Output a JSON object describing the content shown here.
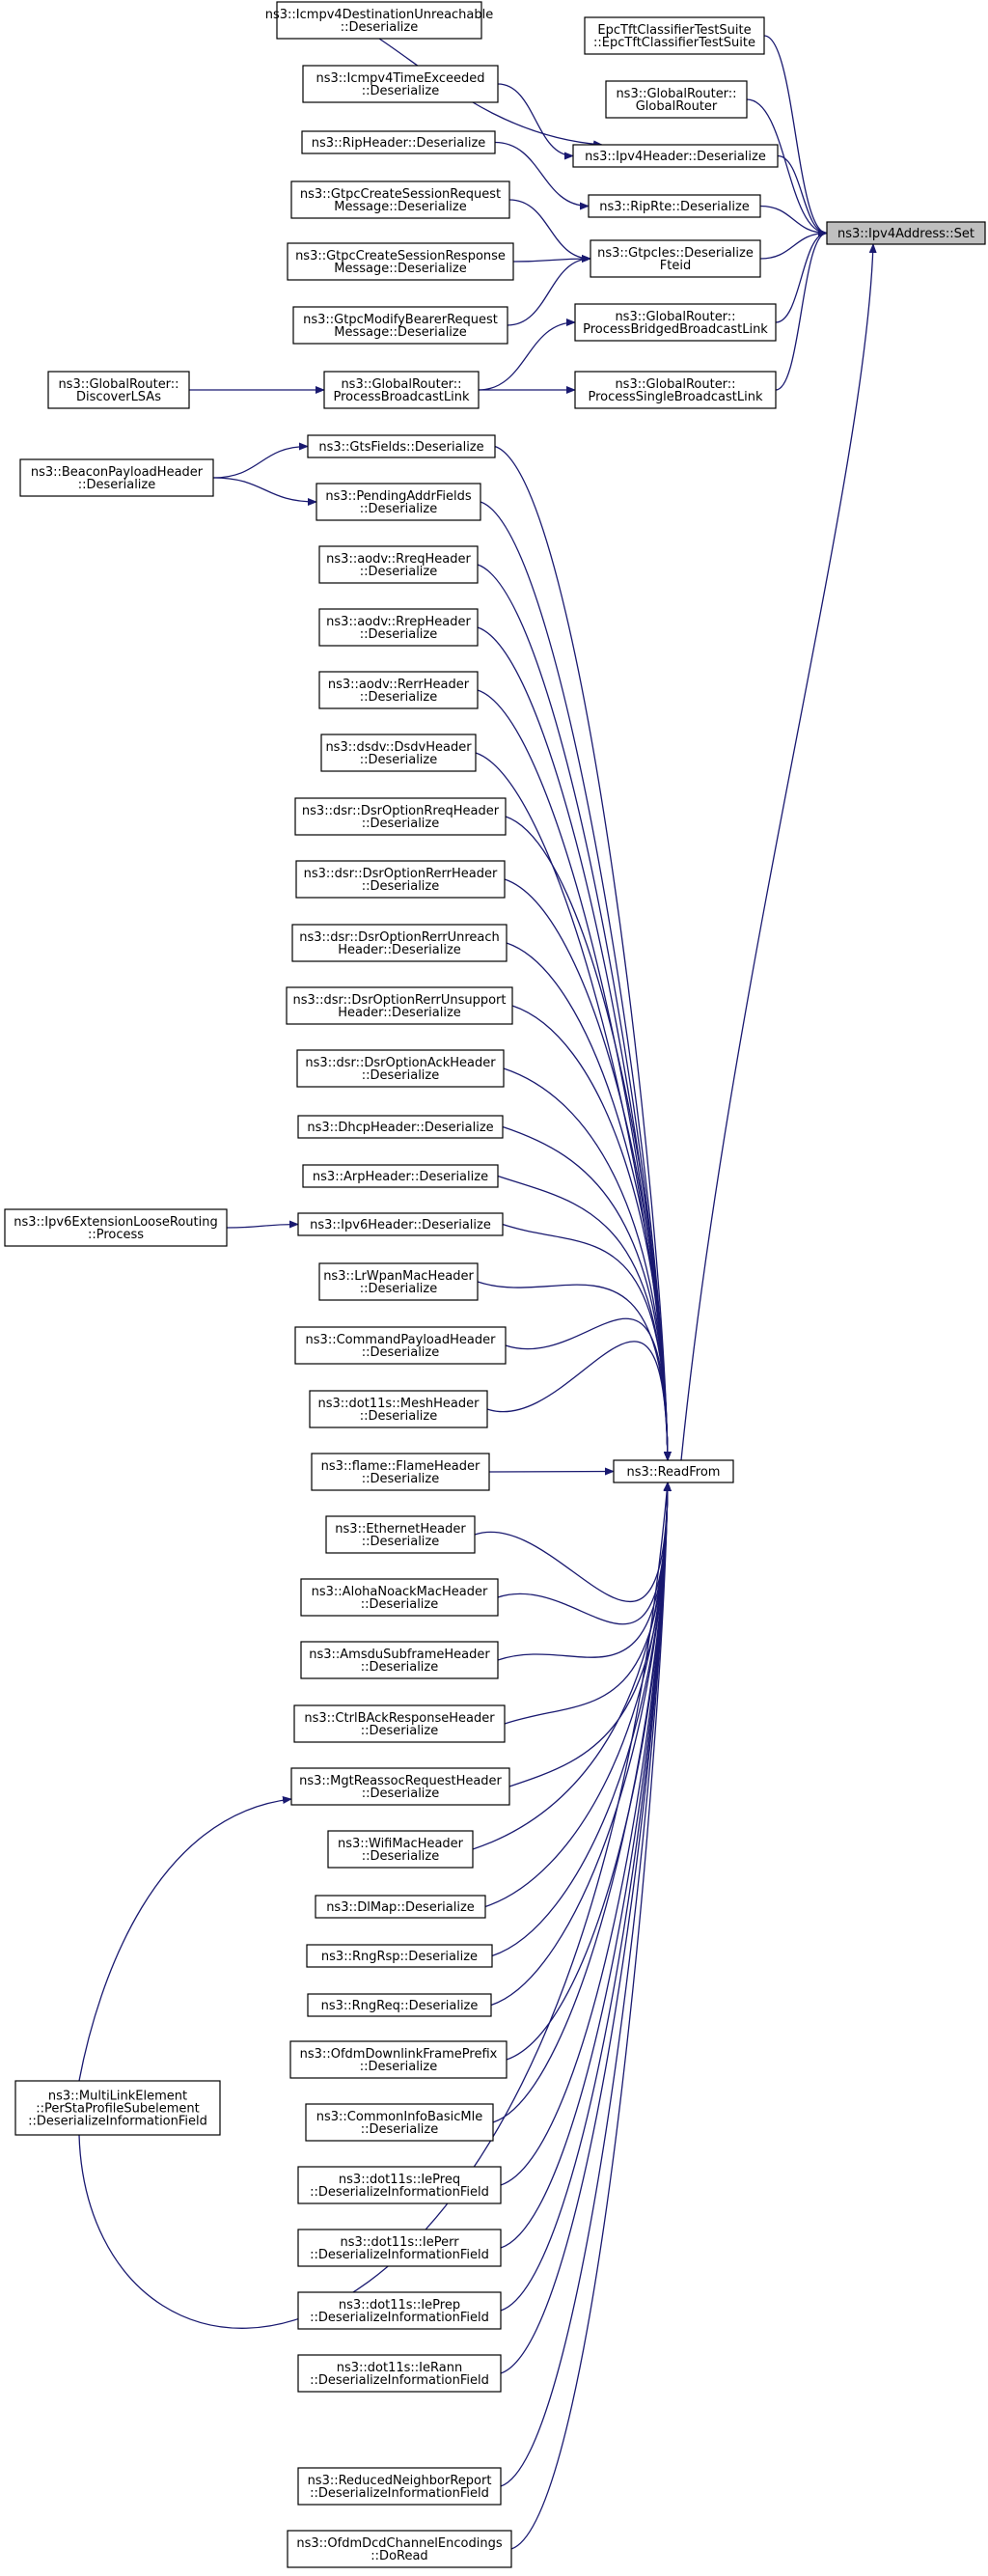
{
  "graph": {
    "title": "",
    "colors": {
      "edge": "#191970",
      "root_fill": "#bfbfbf",
      "node_fill": "#ffffff",
      "node_stroke": "#000000"
    },
    "nodes": [
      {
        "id": "set",
        "lines": [
          "ns3::Ipv4Address::Set"
        ],
        "root": true
      },
      {
        "id": "epctft",
        "lines": [
          "EpcTftClassifierTestSuite",
          "::EpcTftClassifierTestSuite"
        ]
      },
      {
        "id": "grctor",
        "lines": [
          "ns3::GlobalRouter::",
          "GlobalRouter"
        ]
      },
      {
        "id": "ipv4hdr",
        "lines": [
          "ns3::Ipv4Header::Deserialize"
        ]
      },
      {
        "id": "riprte",
        "lines": [
          "ns3::RipRte::Deserialize"
        ]
      },
      {
        "id": "gtpcfteid",
        "lines": [
          "ns3::GtpcIes::Deserialize",
          "Fteid"
        ]
      },
      {
        "id": "procbridged",
        "lines": [
          "ns3::GlobalRouter::",
          "ProcessBridgedBroadcastLink"
        ]
      },
      {
        "id": "procsingle",
        "lines": [
          "ns3::GlobalRouter::",
          "ProcessSingleBroadcastLink"
        ]
      },
      {
        "id": "icmpunreach",
        "lines": [
          "ns3::Icmpv4DestinationUnreachable",
          "::Deserialize"
        ]
      },
      {
        "id": "icmptime",
        "lines": [
          "ns3::Icmpv4TimeExceeded",
          "::Deserialize"
        ]
      },
      {
        "id": "riphdr",
        "lines": [
          "ns3::RipHeader::Deserialize"
        ]
      },
      {
        "id": "gtpccreatereq",
        "lines": [
          "ns3::GtpcCreateSessionRequest",
          "Message::Deserialize"
        ]
      },
      {
        "id": "gtpccreateresp",
        "lines": [
          "ns3::GtpcCreateSessionResponse",
          "Message::Deserialize"
        ]
      },
      {
        "id": "gtpcmodify",
        "lines": [
          "ns3::GtpcModifyBearerRequest",
          "Message::Deserialize"
        ]
      },
      {
        "id": "procbroadcast",
        "lines": [
          "ns3::GlobalRouter::",
          "ProcessBroadcastLink"
        ]
      },
      {
        "id": "discover",
        "lines": [
          "ns3::GlobalRouter::",
          "DiscoverLSAs"
        ]
      },
      {
        "id": "readfrom",
        "lines": [
          "ns3::ReadFrom"
        ]
      },
      {
        "id": "gts",
        "lines": [
          "ns3::GtsFields::Deserialize"
        ]
      },
      {
        "id": "beacon",
        "lines": [
          "ns3::BeaconPayloadHeader",
          "::Deserialize"
        ]
      },
      {
        "id": "pending",
        "lines": [
          "ns3::PendingAddrFields",
          "::Deserialize"
        ]
      },
      {
        "id": "rreq",
        "lines": [
          "ns3::aodv::RreqHeader",
          "::Deserialize"
        ]
      },
      {
        "id": "rrep",
        "lines": [
          "ns3::aodv::RrepHeader",
          "::Deserialize"
        ]
      },
      {
        "id": "rerr",
        "lines": [
          "ns3::aodv::RerrHeader",
          "::Deserialize"
        ]
      },
      {
        "id": "dsdv",
        "lines": [
          "ns3::dsdv::DsdvHeader",
          "::Deserialize"
        ]
      },
      {
        "id": "dsrrreq",
        "lines": [
          "ns3::dsr::DsrOptionRreqHeader",
          "::Deserialize"
        ]
      },
      {
        "id": "dsrrerr",
        "lines": [
          "ns3::dsr::DsrOptionRerrHeader",
          "::Deserialize"
        ]
      },
      {
        "id": "dsrunreach",
        "lines": [
          "ns3::dsr::DsrOptionRerrUnreach",
          "Header::Deserialize"
        ]
      },
      {
        "id": "dsrunsupport",
        "lines": [
          "ns3::dsr::DsrOptionRerrUnsupport",
          "Header::Deserialize"
        ]
      },
      {
        "id": "dsrack",
        "lines": [
          "ns3::dsr::DsrOptionAckHeader",
          "::Deserialize"
        ]
      },
      {
        "id": "dhcp",
        "lines": [
          "ns3::DhcpHeader::Deserialize"
        ]
      },
      {
        "id": "arp",
        "lines": [
          "ns3::ArpHeader::Deserialize"
        ]
      },
      {
        "id": "ipv6hdr",
        "lines": [
          "ns3::Ipv6Header::Deserialize"
        ]
      },
      {
        "id": "ipv6ext",
        "lines": [
          "ns3::Ipv6ExtensionLooseRouting",
          "::Process"
        ]
      },
      {
        "id": "lrwpan",
        "lines": [
          "ns3::LrWpanMacHeader",
          "::Deserialize"
        ]
      },
      {
        "id": "cmdpayload",
        "lines": [
          "ns3::CommandPayloadHeader",
          "::Deserialize"
        ]
      },
      {
        "id": "mesh",
        "lines": [
          "ns3::dot11s::MeshHeader",
          "::Deserialize"
        ]
      },
      {
        "id": "flame",
        "lines": [
          "ns3::flame::FlameHeader",
          "::Deserialize"
        ]
      },
      {
        "id": "ethernet",
        "lines": [
          "ns3::EthernetHeader",
          "::Deserialize"
        ]
      },
      {
        "id": "aloha",
        "lines": [
          "ns3::AlohaNoackMacHeader",
          "::Deserialize"
        ]
      },
      {
        "id": "amsdu",
        "lines": [
          "ns3::AmsduSubframeHeader",
          "::Deserialize"
        ]
      },
      {
        "id": "ctrlback",
        "lines": [
          "ns3::CtrlBAckResponseHeader",
          "::Deserialize"
        ]
      },
      {
        "id": "mgtreassoc",
        "lines": [
          "ns3::MgtReassocRequestHeader",
          "::Deserialize"
        ]
      },
      {
        "id": "wifimac",
        "lines": [
          "ns3::WifiMacHeader",
          "::Deserialize"
        ]
      },
      {
        "id": "dlmap",
        "lines": [
          "ns3::DlMap::Deserialize"
        ]
      },
      {
        "id": "rngrsp",
        "lines": [
          "ns3::RngRsp::Deserialize"
        ]
      },
      {
        "id": "rngreq",
        "lines": [
          "ns3::RngReq::Deserialize"
        ]
      },
      {
        "id": "ofdmprefix",
        "lines": [
          "ns3::OfdmDownlinkFramePrefix",
          "::Deserialize"
        ]
      },
      {
        "id": "commoninfo",
        "lines": [
          "ns3::CommonInfoBasicMle",
          "::Deserialize"
        ]
      },
      {
        "id": "mle",
        "lines": [
          "ns3::MultiLinkElement",
          "::PerStaProfileSubelement",
          "::DeserializeInformationField"
        ]
      },
      {
        "id": "iepreq",
        "lines": [
          "ns3::dot11s::IePreq",
          "::DeserializeInformationField"
        ]
      },
      {
        "id": "ieperr",
        "lines": [
          "ns3::dot11s::IePerr",
          "::DeserializeInformationField"
        ]
      },
      {
        "id": "ieprep",
        "lines": [
          "ns3::dot11s::IePrep",
          "::DeserializeInformationField"
        ]
      },
      {
        "id": "ierann",
        "lines": [
          "ns3::dot11s::IeRann",
          "::DeserializeInformationField"
        ]
      },
      {
        "id": "reduced",
        "lines": [
          "ns3::ReducedNeighborReport",
          "::DeserializeInformationField"
        ]
      },
      {
        "id": "ofdmdcd",
        "lines": [
          "ns3::OfdmDcdChannelEncodings",
          "::DoRead"
        ]
      }
    ]
  }
}
